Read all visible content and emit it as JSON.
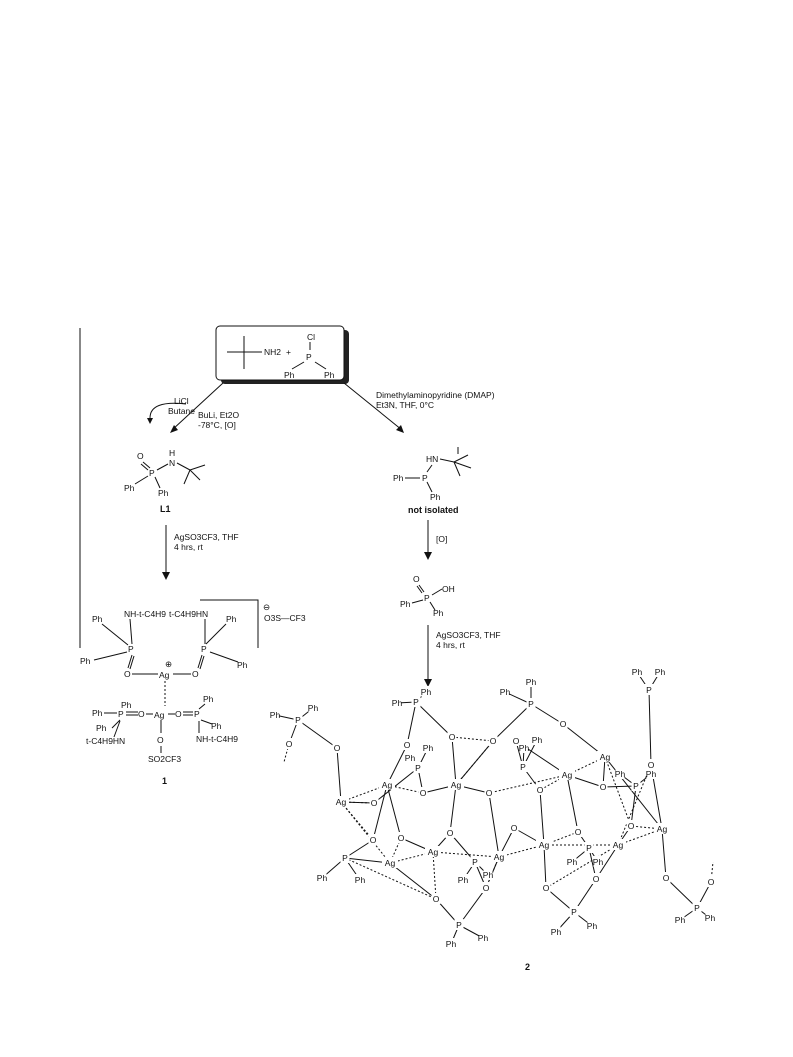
{
  "start_box": {
    "amine": "NH2",
    "plus": "+",
    "cl": "Cl",
    "p": "P",
    "ph_left": "Ph",
    "ph_right": "Ph"
  },
  "left_route": {
    "byproduct_line1": "LiCl",
    "byproduct_line2": "Butane",
    "cond_line1": "BuLi, Et2O",
    "cond_line2": "-78°C, [O]",
    "l1_label": "L1",
    "step2_line1": "AgSO3CF3, THF",
    "step2_line2": "4 hrs, rt",
    "complex_label": "1",
    "triflate": "O3S—CF3",
    "charge_minus": "⊖",
    "charge_plus": "⊕",
    "amide_a": "NH-t-C4H9",
    "amide_b": "t-C4H9HN",
    "so2cf3": "SO2CF3"
  },
  "right_route": {
    "cond_line1": "Dimethylaminopyridine (DMAP)",
    "cond_line2": "Et3N, THF, 0°C",
    "not_isolated": "not isolated",
    "oxidation": "[O]",
    "step2_line1": "AgSO3CF3, THF",
    "step2_line2": "4 hrs, rt",
    "polymer_label": "2"
  },
  "atoms": {
    "p": "P",
    "o": "O",
    "oh": "OH",
    "ag": "Ag",
    "ph": "Ph",
    "n": "N",
    "h": "H",
    "hn": "HN"
  }
}
